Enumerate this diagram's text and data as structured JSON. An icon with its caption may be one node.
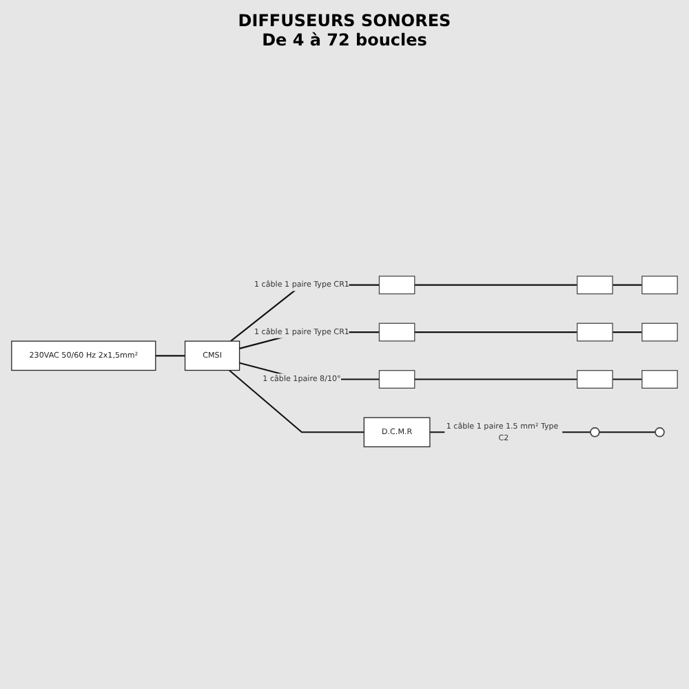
{
  "diagram": {
    "nodes": [
      {
        "text": [
          "230VAC 50/60 Hz 2x1,5mm²"
        ]
      },
      {
        "text": [
          "CMSI"
        ]
      },
      {
        "text": [],
        "shape": "box"
      },
      {
        "text": [],
        "shape": "box"
      },
      {
        "text": [],
        "shape": "box"
      },
      {
        "text": [
          "D.C.M.R"
        ]
      },
      {
        "text": [],
        "shape": "circle"
      },
      {
        "text": [],
        "shape": "circle"
      },
      {
        "text": [],
        "shape": "box"
      },
      {
        "text": [],
        "shape": "box"
      },
      {
        "text": [],
        "shape": "box"
      },
      {
        "text": [],
        "shape": "box"
      },
      {
        "text": [],
        "shape": "box"
      },
      {
        "text": [],
        "shape": "box"
      }
    ],
    "edges": [
      {
        "from": 0,
        "to": 1,
        "arrow": "none"
      },
      {
        "from": 1,
        "to": 8,
        "arrow": "none",
        "label": "1 câble 1 paire Type CR1"
      },
      {
        "from": 8,
        "to": 9,
        "arrow": "none"
      },
      {
        "from": 9,
        "to": 10,
        "arrow": "none"
      },
      {
        "from": 1,
        "to": 11,
        "arrow": "none",
        "label": "1 câble 1 paire Type CR1"
      },
      {
        "from": 11,
        "to": 12,
        "arrow": "none"
      },
      {
        "from": 12,
        "to": 13,
        "arrow": "none"
      },
      {
        "from": 1,
        "to": 2,
        "arrow": "none",
        "label": "1 câble 1paire 8/10°"
      },
      {
        "from": 2,
        "to": 3,
        "arrow": "none"
      },
      {
        "from": 3,
        "to": 4,
        "arrow": "none"
      },
      {
        "from": 1,
        "to": 5,
        "arrow": "none"
      },
      {
        "from": 5,
        "to": 6,
        "arrow": "none",
        "label": "1 câble 1 paire 1.5 mm² Type C2"
      },
      {
        "from": 6,
        "to": 7,
        "arrow": "none"
      }
    ],
    "labels": [
      "DIFFUSEURS SONORES",
      "De 4 à 72 boucles"
    ]
  }
}
